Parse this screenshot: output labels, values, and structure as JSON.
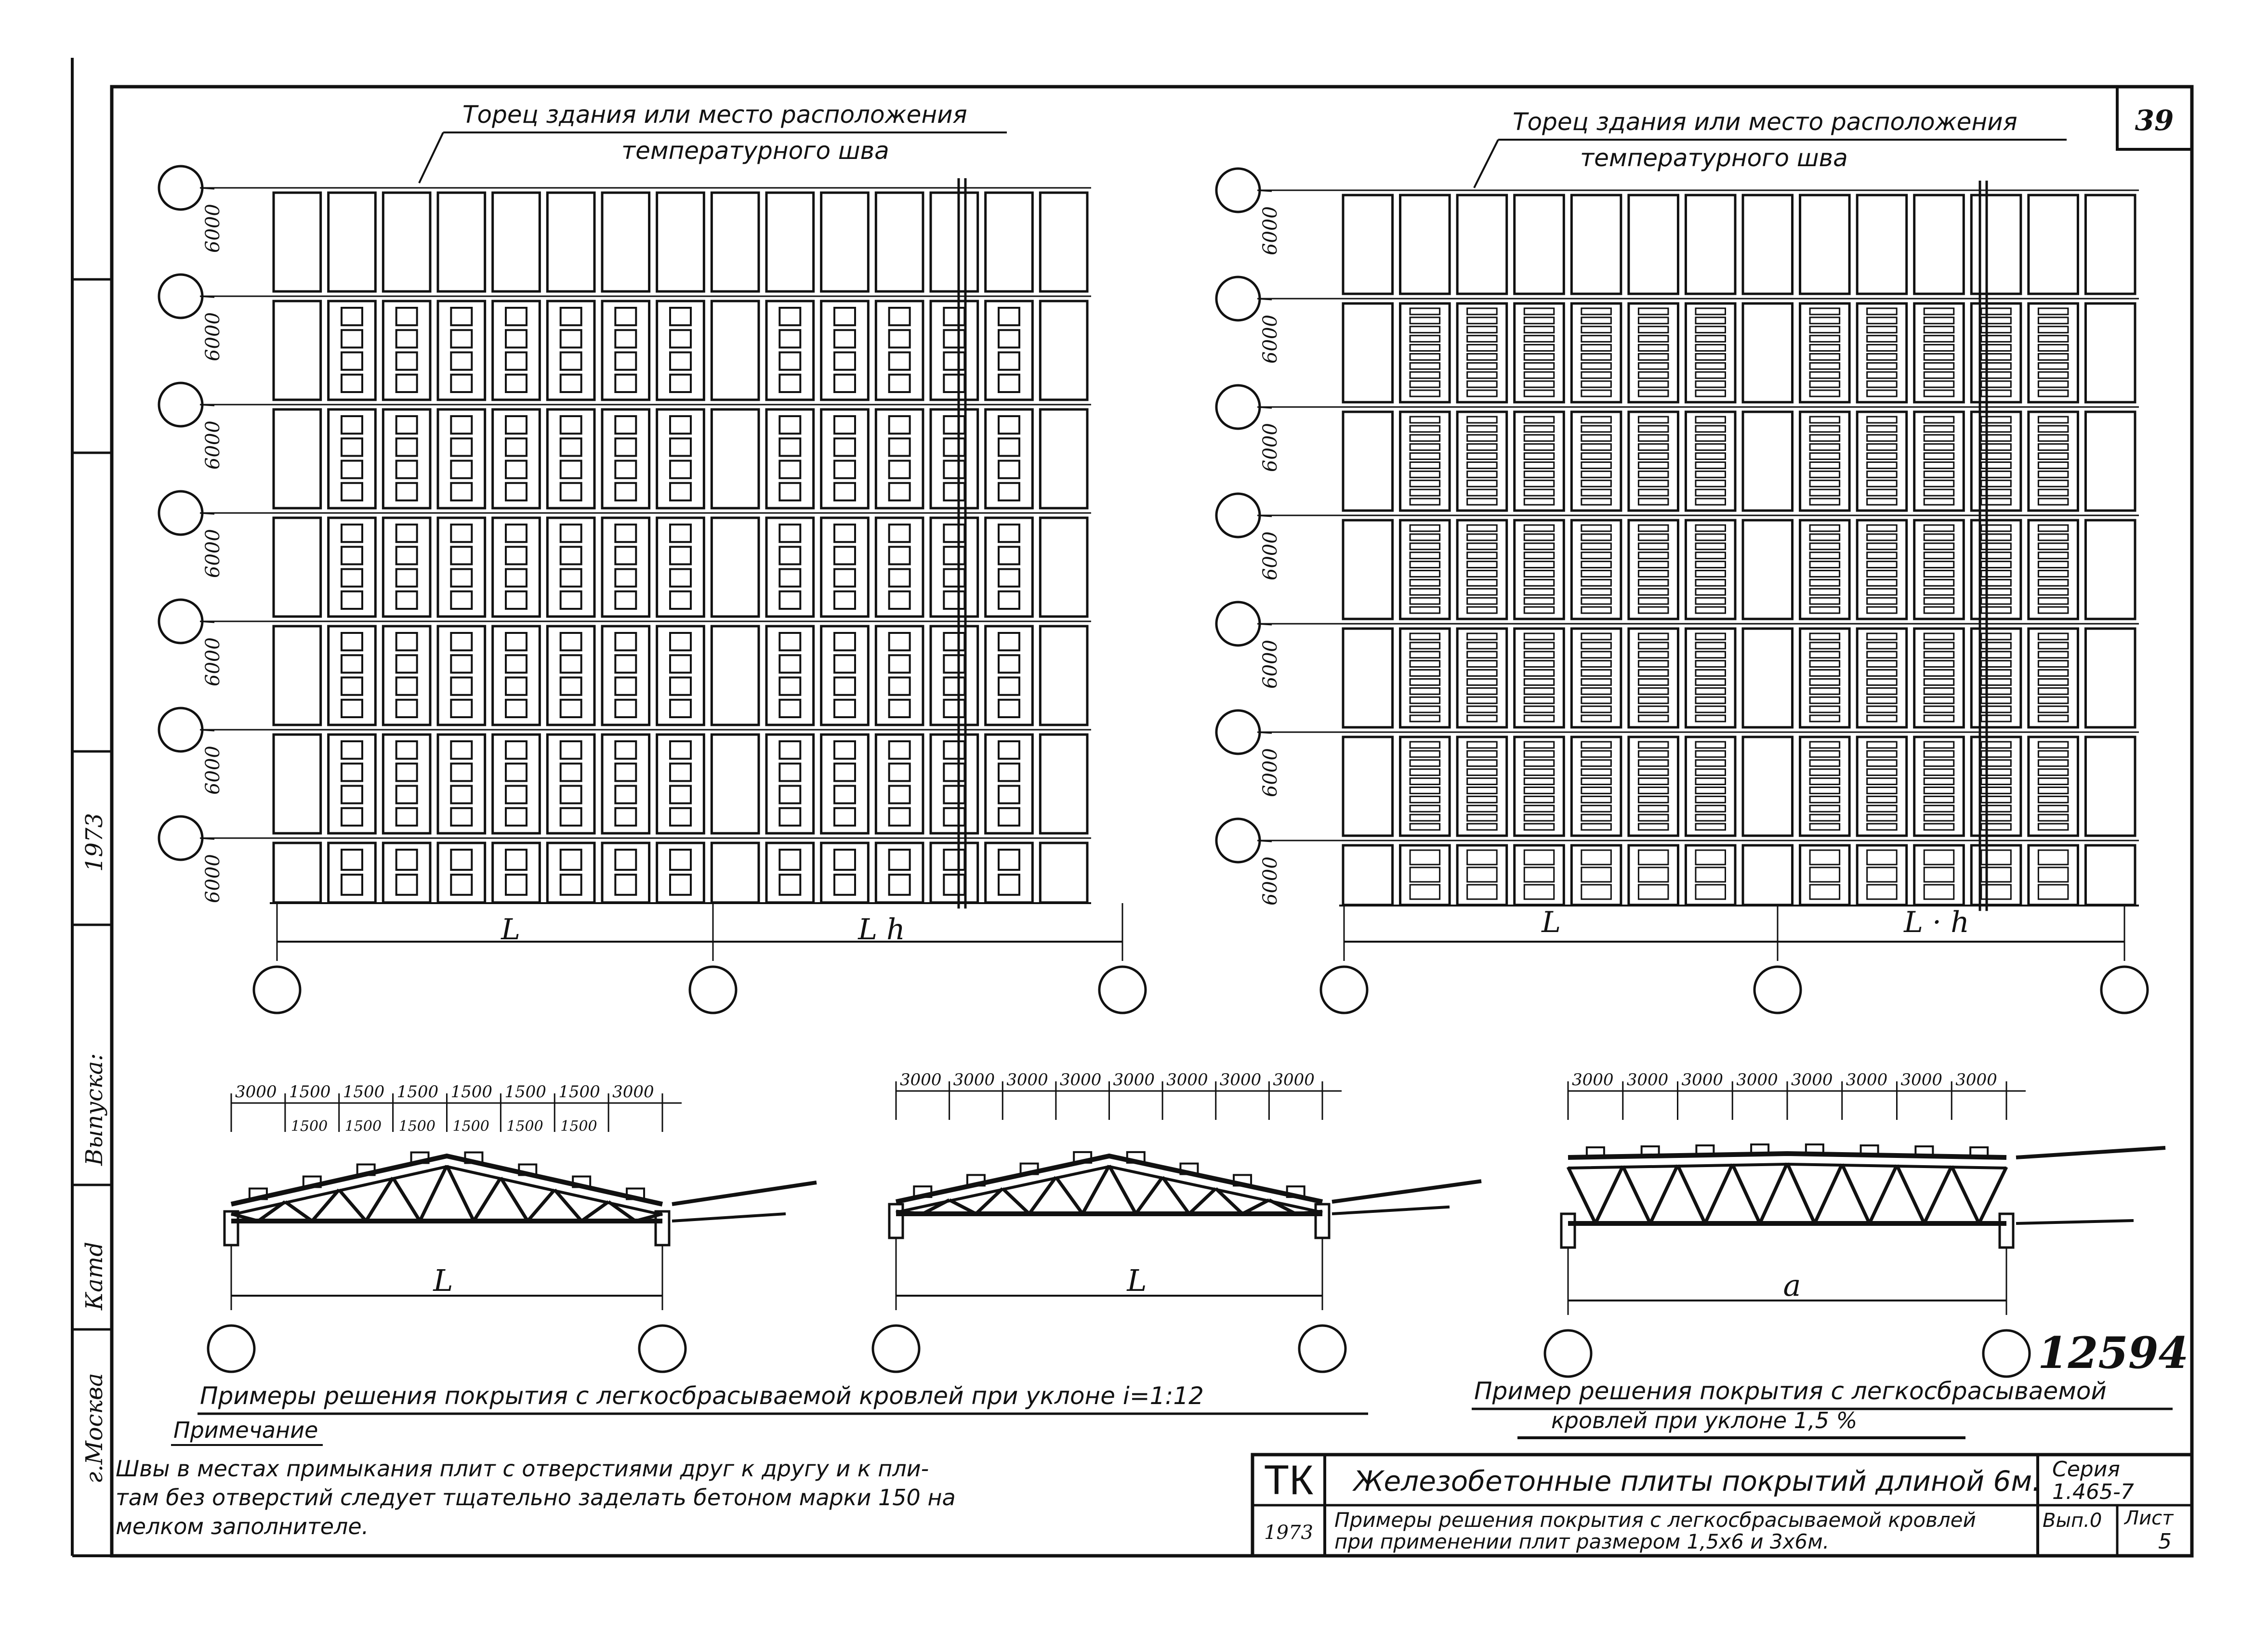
{
  "sheet": {
    "page_number": "39",
    "left_strip": {
      "city": "г.Москва",
      "catalog": "Катd",
      "issue": "Выпуска:",
      "year": "1973"
    },
    "archive_number": "12594"
  },
  "plan_left": {
    "caption_line1": "Торец здания или место расположения",
    "caption_line2": "температурного шва",
    "row_dims": [
      "6000",
      "6000",
      "6000",
      "6000",
      "6000",
      "6000",
      "6000"
    ],
    "span_label_1": "L",
    "span_label_2": "L  h"
  },
  "plan_right": {
    "caption_line1": "Торец здания или место расположения",
    "caption_line2": "температурного шва",
    "row_dims": [
      "6000",
      "6000",
      "6000",
      "6000",
      "6000",
      "6000",
      "6000"
    ],
    "span_label_1": "L",
    "span_label_2": "L · h"
  },
  "sections": {
    "s1_top_dims": [
      "3000",
      "1500",
      "1500",
      "1500",
      "1500",
      "1500",
      "1500",
      "3000"
    ],
    "s1_mid_dims": [
      "1500",
      "1500",
      "1500",
      "1500",
      "1500",
      "1500"
    ],
    "s1_span": "L",
    "s2_top_dims": [
      "3000",
      "3000",
      "3000",
      "3000",
      "3000",
      "3000",
      "3000",
      "3000"
    ],
    "s2_span": "L",
    "s3_top_dims": [
      "3000",
      "3000",
      "3000",
      "3000",
      "3000",
      "3000",
      "3000",
      "3000"
    ],
    "s3_span": "a"
  },
  "captions": {
    "left_caption": "Примеры решения покрытия с легкосбрасываемой кровлей при уклоне i=1:12",
    "right_caption_line1": "Пример решения покрытия с легкосбрасываемой",
    "right_caption_line2": "кровлей при уклоне 1,5 %"
  },
  "note": {
    "title": "Примечание",
    "line1": "Швы в местах примыкания плит с отверстиями друг к другу и к пли-",
    "line2": "там без отверстий следует тщательно заделать бетоном марки 150 на",
    "line3": "мелком заполнителе."
  },
  "title_block": {
    "code": "ТК",
    "year": "1973",
    "title": "Железобетонные плиты покрытий длиной 6м.",
    "subtitle_line1": "Примеры решения покрытия с легкосбрасываемой кровлей",
    "subtitle_line2": "при применении плит размером 1,5х6 и 3х6м.",
    "series_label": "Серия",
    "series_value": "1.465-7",
    "issue_label": "Вып.0",
    "sheet_label": "Лист",
    "sheet_value": "5"
  }
}
